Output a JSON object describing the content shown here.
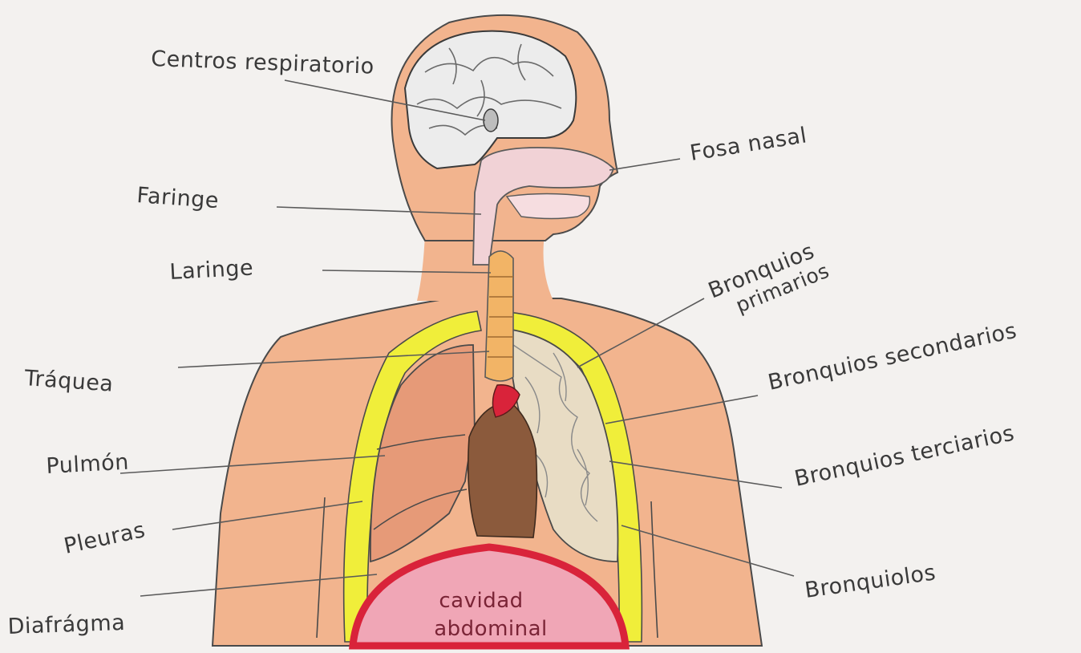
{
  "labels": {
    "centros_respiratorio": "Centros respiratorio",
    "fosa_nasal": "Fosa nasal",
    "faringe": "Faringe",
    "laringe": "Laringe",
    "bronquios_primarios_line1": "Bronquios",
    "bronquios_primarios_line2": "primarios",
    "traquea": "Tráquea",
    "bronquios_secundarios": "Bronquios secondarios",
    "pulmon": "Pulmón",
    "bronquios_terciarios": "Bronquios terciarios",
    "pleuras": "Pleuras",
    "bronquiolos": "Bronquiolos",
    "diafragma": "Diafrágma",
    "cavidad_line1": "cavidad",
    "cavidad_line2": "abdominal"
  },
  "colors": {
    "paper": "#f3f1ef",
    "skin": "#f2b48e",
    "skin_dark": "#e7a07a",
    "pleura": "#f0ee3a",
    "lung_left": "#e69a78",
    "lung_right": "#e8dcc4",
    "heart": "#8b5a3c",
    "diaphragm": "#d9233a",
    "abdomen": "#f0a6b6",
    "airway": "#f1d2d6",
    "trachea": "#f2b466",
    "brain": "#ececec",
    "ink": "#3a3a3a"
  }
}
